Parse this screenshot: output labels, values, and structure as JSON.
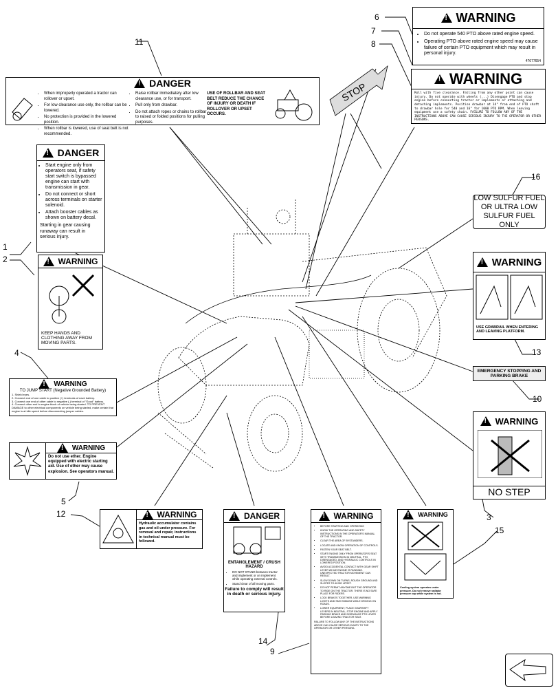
{
  "callouts": [
    "1",
    "2",
    "3",
    "4",
    "5",
    "6",
    "7",
    "8",
    "9",
    "10",
    "11",
    "12",
    "13",
    "14",
    "15",
    "16"
  ],
  "decal6": {
    "header": "WARNING",
    "lines": [
      "Do not operate 540 PTO above rated engine speed.",
      "Operating PTO above rated engine speed may cause failure of certain PTO equipment which may result in personal injury."
    ],
    "code": "47677654"
  },
  "decal7": {
    "header": "WARNING",
    "text": "Roll with five clearance. Falling from any other point can cause injury. Do not operate with wheels (...) Disengage PTO and stop engine before connecting tractor or implements or attaching and detaching implements. Position drawbar at 14\" from end of PTO shaft to drawbar hole for 540 and 16\" for 1000 PTO RPM. When leaving equipment use a safety chain. FAILURE TO FOLLOW ANY OF THE INSTRUCTIONS ABOVE CAN CAUSE SERIOUS INJURY TO THE OPERATOR OR OTHER PERSONS."
  },
  "decal8": {
    "text": "STOP"
  },
  "decal11": {
    "header": "DANGER",
    "col1": [
      "When improperly operated a tractor can rollover or upset.",
      "For low clearance use only, the rollbar can be lowered.",
      "No protection is provided in the lowered position.",
      "When rollbar is lowered, use of seat belt is not recommended."
    ],
    "col2": [
      "Raise rollbar immediately after low clearance use, or for transport.",
      "Pull only from drawbar.",
      "Do not attach ropes or chains to rollbar to raised or folded positions for pulling purposes."
    ],
    "col3": "USE OF ROLLBAR AND SEAT BELT REDUCE THE CHANCE OF INJURY OR DEATH IF ROLLOVER OR UPSET OCCURS."
  },
  "decal1": {
    "header": "DANGER",
    "items": [
      "Start engine only from operators seat, if safety start switch is bypassed engine can start with transmission in gear.",
      "Do not connect or short across terminals on starter solenoid.",
      "Attach booster cables as shown on battery decal."
    ],
    "footer": "Starting in gear causing runaway can result in serious injury."
  },
  "decal2": {
    "header": "WARNING",
    "text": "KEEP HANDS AND CLOTHING AWAY FROM MOVING PARTS."
  },
  "decal16": {
    "text": "LOW SULFUR FUEL OR ULTRA LOW SULFUR FUEL ONLY"
  },
  "decal13": {
    "header": "WARNING",
    "text": "USE GRABRAIL WHEN ENTERING AND LEAVING PLATFORM."
  },
  "decal10": {
    "text": "EMERGENCY STOPPING AND PARKING BRAKE"
  },
  "decal4": {
    "header": "WARNING",
    "subtitle": "TO JUMP START  (Negative Grounded Battery)",
    "lines": [
      "1. Shield eyes.",
      "2. Connect end of one cable to positive (+) terminals of each battery.",
      "3. Connect one end of other cable to negative (-) terminal of \"Good\" battery.",
      "4. Connect other end to engine block of vehicle being started. TO PREVENT DAMAGE to other electrical components on vehicle being started, make certain that engine is at idle speed before disconnecting jumper cables."
    ]
  },
  "decal5": {
    "header": "WARNING",
    "text": "Do not use ether. Engine equipped with electric starting aid. Use of ether may cause explosion. See operators manual."
  },
  "decal3": {
    "header": "WARNING",
    "text": "NO STEP"
  },
  "decal12": {
    "header": "WARNING",
    "text": "Hydraulic accumulator contains gas and oil under pressure. For removal and repair, instructions in technical manual must be followed."
  },
  "decal14": {
    "header": "DANGER",
    "subtitle": "ENTANGLEMENT / CRUSH HAZARD",
    "items": [
      "DO NOT STAND between tractor and implement or on implement while operating external controls.",
      "Stand clear of all moving parts."
    ],
    "footer": "Failure to comply will result in death or serious injury."
  },
  "decal9": {
    "header": "WARNING",
    "items": [
      "BEFORE STARTING AND OPERATING",
      "KNOW THE OPERATING AND SAFETY INSTRUCTIONS IN THE OPERATOR'S MANUAL OF THE TRACTOR.",
      "CLEAR THE AREA OF BYSTANDERS.",
      "LOCATE AND KNOW OPERATION OF CONTROLS.",
      "FASTEN YOUR SEAT BELT.",
      "START ENGINE ONLY FROM OPERATOR'S SEAT WITH TRANSMISSION IN NEUTRAL, PTO DISENGAGED, AND HYDRAULIC CONTROLS IN LOWERED POSITION.",
      "AVOID ACCIDENTAL CONTACT WITH GEAR SHIFT LEVER WHILE ENGINE IS RUNNING. UNEXPECTED TRACTOR MOVEMENT CAN RESULT.",
      "SLOW DOWN ON TURNS, ROUGH GROUND AND SLOPES TO AVOID UPSET.",
      "DO NOT PERMIT ANYONE BUT THE OPERATOR TO RIDE ON THE TRACTOR. THERE IS NO SAFE PLACE FOR RIDERS.",
      "LOCK BRAKES TOGETHER, USE WARNING LIGHTS AND SMV EMBLEM WHILE DRIVING ON ROADS.",
      "LOWER EQUIPMENT, PLACE GEARSHIFT LEVERS IN NEUTRAL, STOP ENGINE AND APPLY PARKING BRAKE AND DISENGAGE PTO LEVER BEFORE LEAVING TRACTOR SEAT."
    ],
    "footer": "FAILURE TO FOLLOW ANY OF THE INSTRUCTIONS ABOVE CAN CAUSE SERIOUS INJURY TO THE OPERATOR OR OTHER PERSONS."
  },
  "decal15": {
    "header": "WARNING",
    "text": "Cooling system operates under pressure. Do not remove radiator pressure cap while system is hot."
  }
}
